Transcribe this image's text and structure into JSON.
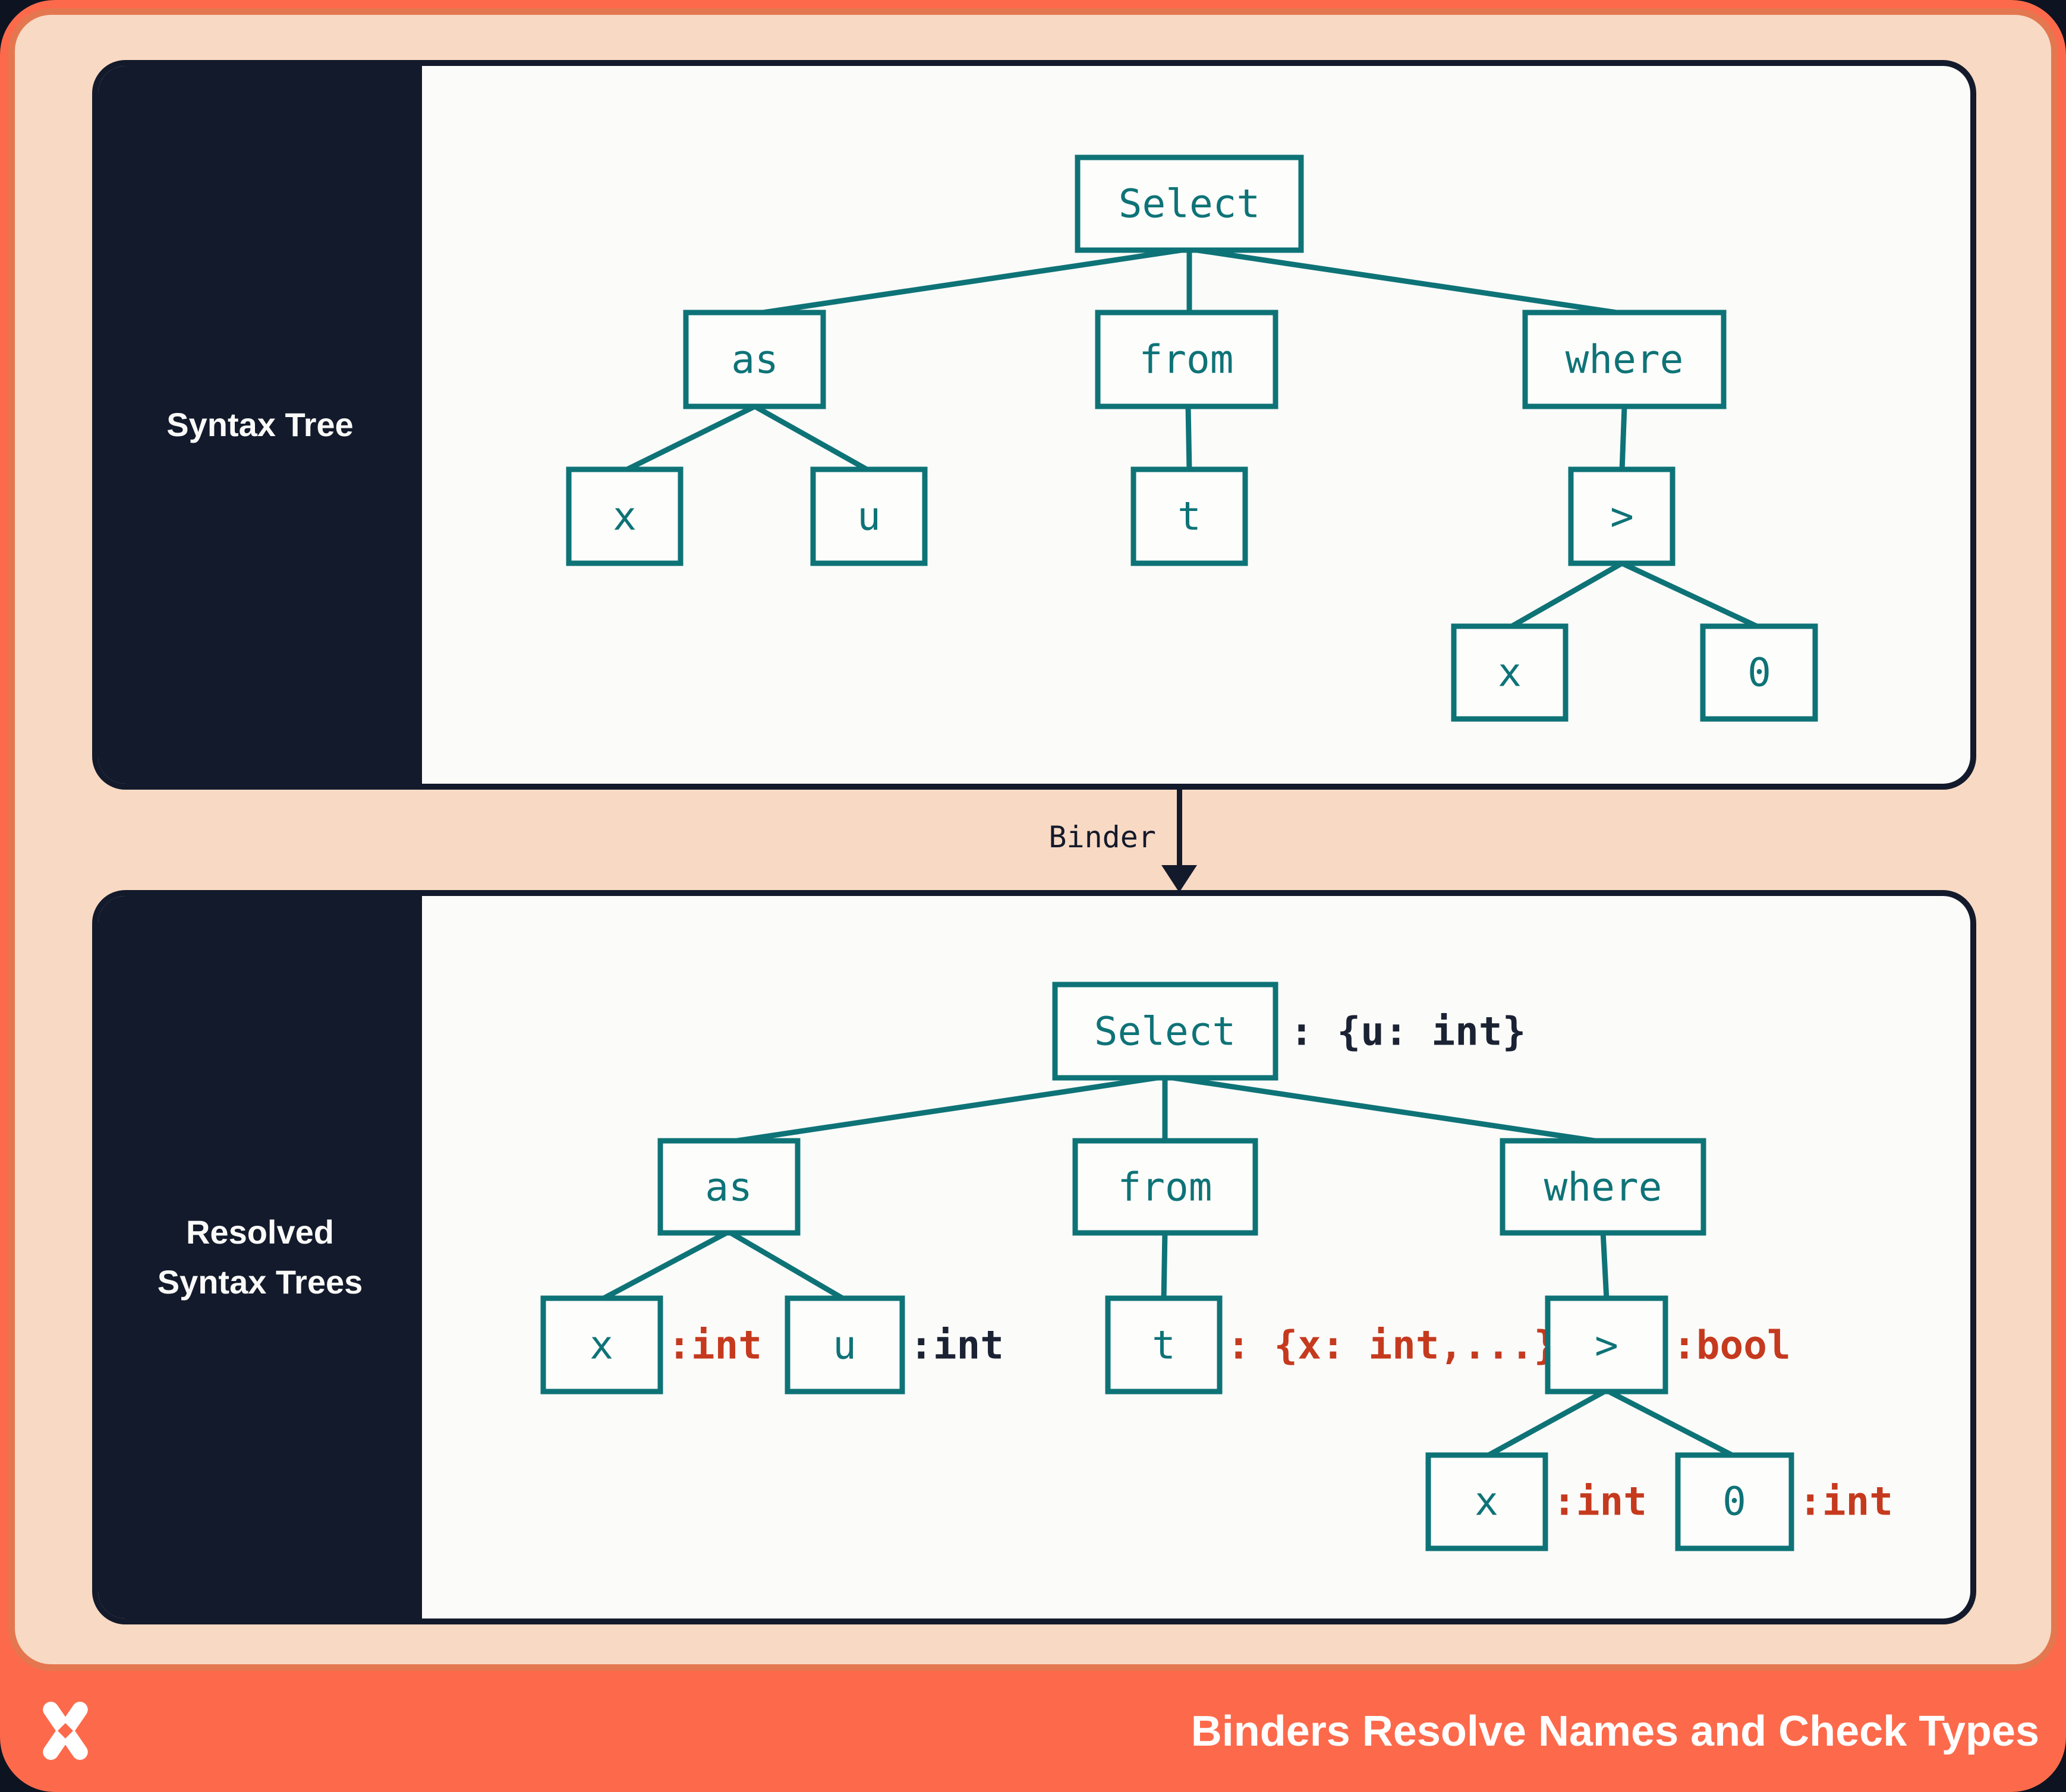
{
  "colors": {
    "orange": "#FC6A4B",
    "peach": "#F8D9C3",
    "peach_border": "#E4774F",
    "navy": "#131A2B",
    "teal": "#0E7377",
    "red": "#C53A1E",
    "content_bg": "#FBFBF9"
  },
  "top_panel": {
    "sidebar_label": "Syntax Tree",
    "nodes": {
      "select": "Select",
      "as": "as",
      "from": "from",
      "where": "where",
      "x1": "x",
      "u": "u",
      "t": "t",
      "gt": ">",
      "x2": "x",
      "zero": "0"
    }
  },
  "binder": {
    "label": "Binder"
  },
  "bottom_panel": {
    "sidebar_label_line1": "Resolved",
    "sidebar_label_line2": "Syntax Trees",
    "nodes": {
      "select": "Select",
      "as": "as",
      "from": "from",
      "where": "where",
      "x1": "x",
      "u": "u",
      "t": "t",
      "gt": ">",
      "x2": "x",
      "zero": "0"
    },
    "annotations": {
      "select": ": {u: int}",
      "x1": ":int",
      "u": ":int",
      "t": ": {x: int,...}",
      "gt": ":bool",
      "x2": ":int",
      "zero": ":int"
    }
  },
  "footer": {
    "title": "Binders Resolve Names and Check Types"
  }
}
